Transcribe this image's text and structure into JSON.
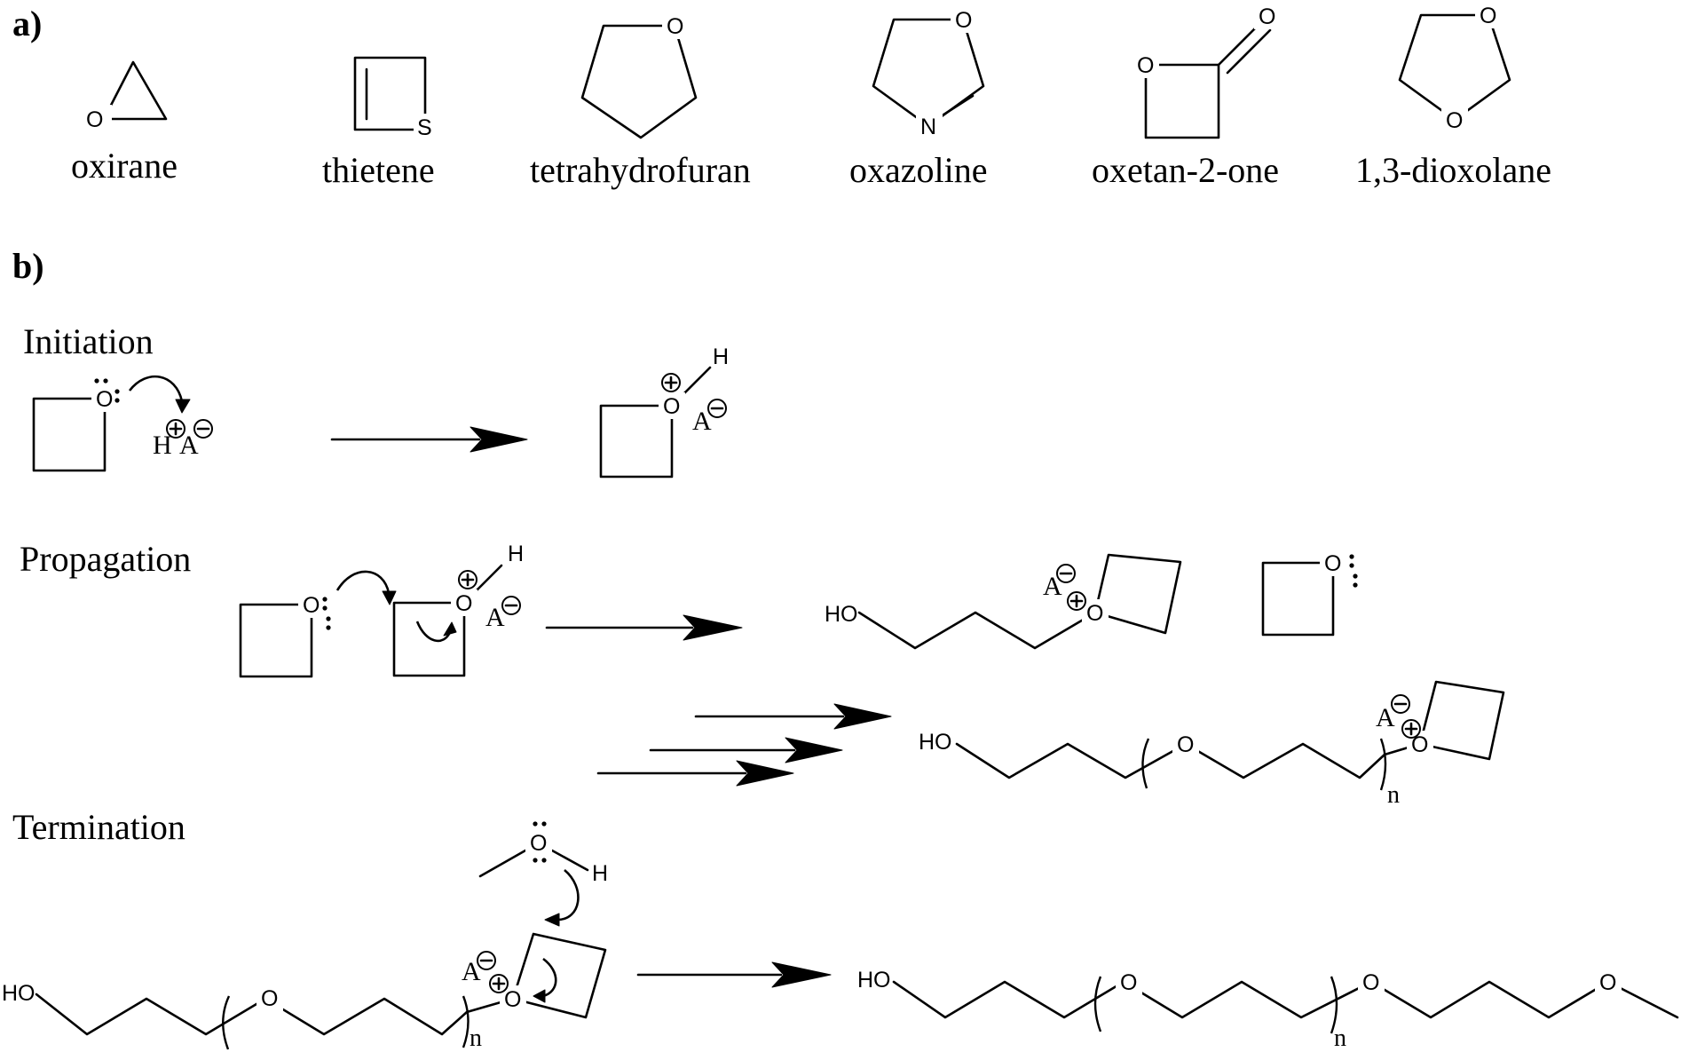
{
  "panels": {
    "a": "a)",
    "b": "b)"
  },
  "compounds": [
    "oxirane",
    "thietene",
    "tetrahydrofuran",
    "oxazoline",
    "oxetan-2-one",
    "1,3-dioxolane"
  ],
  "sections": {
    "initiation": "Initiation",
    "propagation": "Propagation",
    "termination": "Termination"
  },
  "atoms": {
    "oxygen": "O",
    "sulfur": "S",
    "nitrogen": "N",
    "hydrogen": "H",
    "hydroxyl": "HO",
    "anion": "A",
    "repeat": "n"
  }
}
